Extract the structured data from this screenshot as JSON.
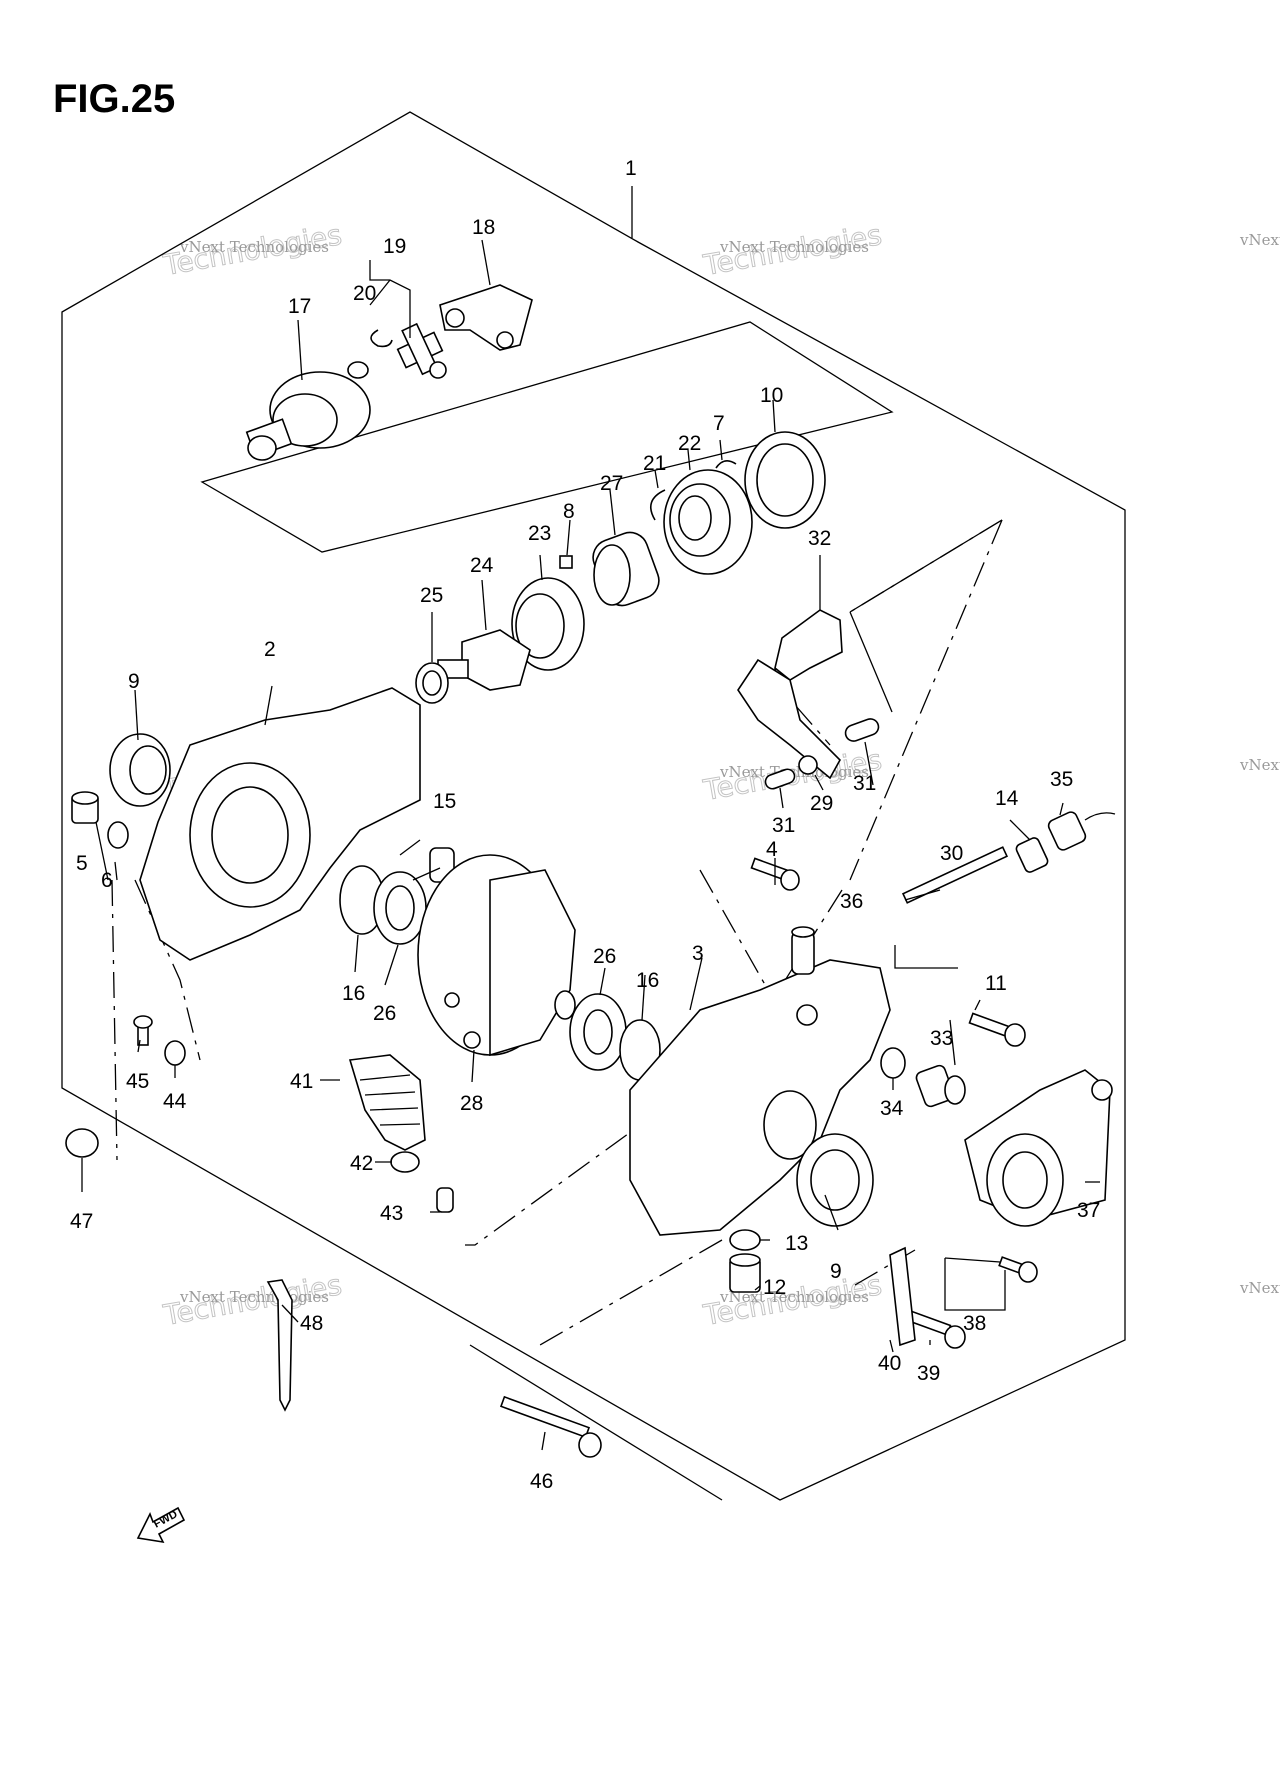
{
  "figure": {
    "title": "FIG.25",
    "fwd_label": "FWD"
  },
  "watermark": {
    "line1": "vNext Technologies",
    "line2": "Technologies",
    "line3": "vNext"
  },
  "callouts": {
    "c1": "1",
    "c2": "2",
    "c3": "3",
    "c4": "4",
    "c5": "5",
    "c6": "6",
    "c7": "7",
    "c8": "8",
    "c9a": "9",
    "c9b": "9",
    "c10": "10",
    "c11": "11",
    "c12": "12",
    "c13": "13",
    "c14": "14",
    "c15": "15",
    "c16a": "16",
    "c16b": "16",
    "c17": "17",
    "c18": "18",
    "c19": "19",
    "c20": "20",
    "c21": "21",
    "c22": "22",
    "c23": "23",
    "c24": "24",
    "c25": "25",
    "c26a": "26",
    "c26b": "26",
    "c27": "27",
    "c28": "28",
    "c29": "29",
    "c30": "30",
    "c31a": "31",
    "c31b": "31",
    "c32": "32",
    "c33": "33",
    "c34": "34",
    "c35": "35",
    "c36": "36",
    "c37": "37",
    "c38": "38",
    "c39": "39",
    "c40": "40",
    "c41": "41",
    "c42": "42",
    "c43": "43",
    "c44": "44",
    "c45": "45",
    "c46": "46",
    "c47": "47",
    "c48": "48"
  }
}
